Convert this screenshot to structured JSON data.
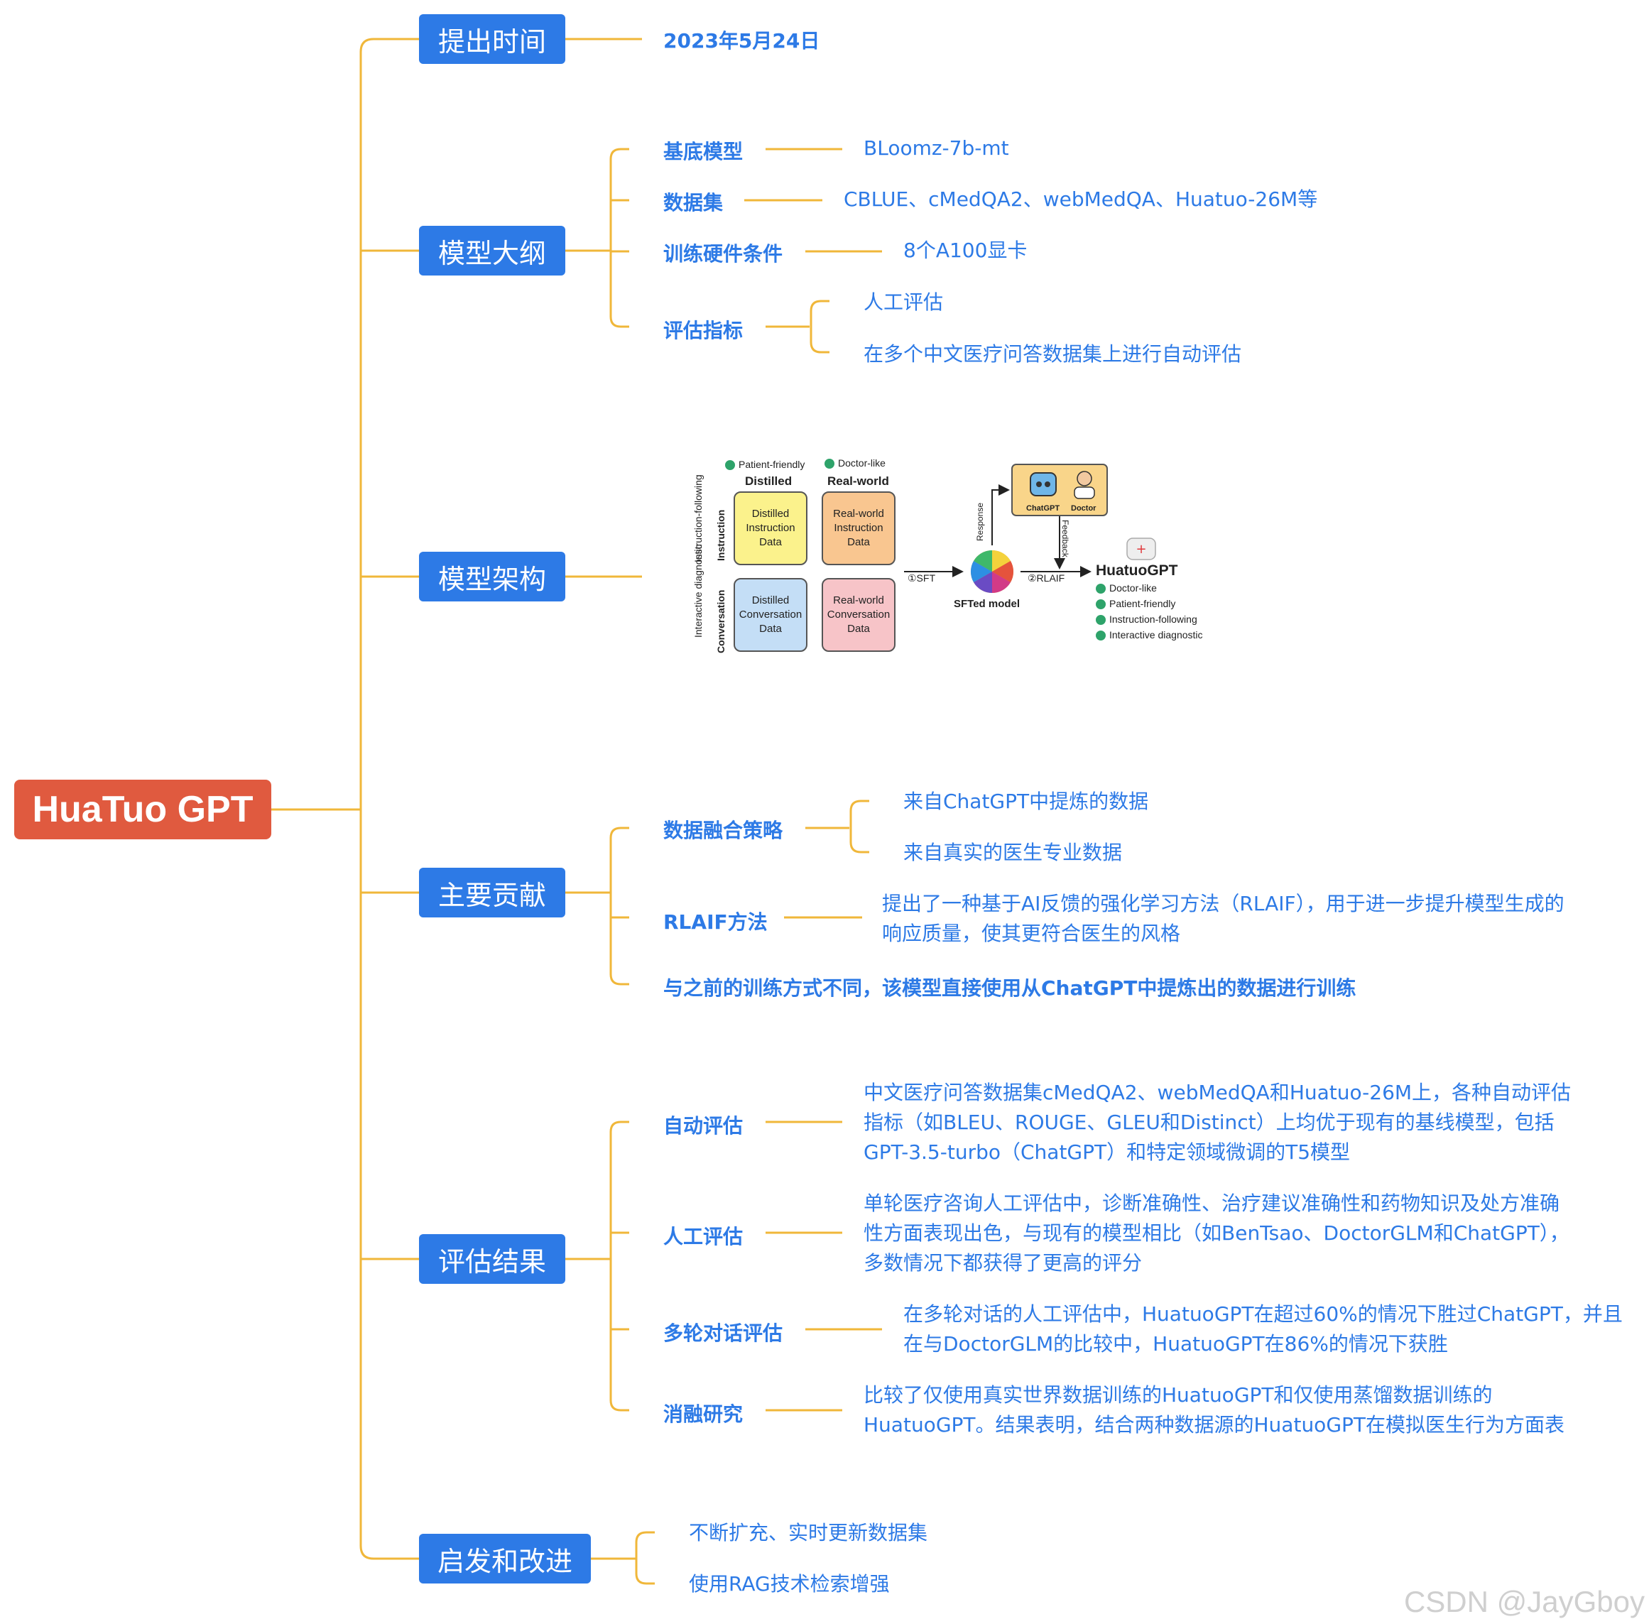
{
  "root": {
    "label": "HuaTuo GPT"
  },
  "proposed_time": {
    "label": "提出时间",
    "value": "2023年5月24日"
  },
  "outline": {
    "label": "模型大纲",
    "base_model": {
      "label": "基底模型",
      "value": "BLoomz-7b-mt"
    },
    "dataset": {
      "label": "数据集",
      "value": "CBLUE、cMedQA2、webMedQA、Huatuo-26M等"
    },
    "hardware": {
      "label": "训练硬件条件",
      "value": "8个A100显卡"
    },
    "metrics": {
      "label": "评估指标",
      "items": [
        "人工评估",
        "在多个中文医疗问答数据集上进行自动评估"
      ]
    }
  },
  "architecture": {
    "label": "模型架构",
    "figure": {
      "patient_friendly": "Patient-friendly",
      "doctor_like": "Doctor-like",
      "distilled": "Distilled",
      "real_world": "Real-world",
      "instruction": "Instruction",
      "instruction_following": "Instruction-following",
      "conversation": "Conversation",
      "interactive_diagnostic": "Interactive diagnostic",
      "box_distilled_instruction": "Distilled Instruction Data",
      "box_real_instruction": "Real-world Instruction Data",
      "box_distilled_conversation": "Distilled Conversation Data",
      "box_real_conversation": "Real-world Conversation Data",
      "sft": "①SFT",
      "sfted_model": "SFTed model",
      "response": "Response",
      "feedback": "Feedback",
      "chatgpt": "ChatGPT",
      "doctor": "Doctor",
      "rlaif": "②RLAIF",
      "huatuogpt": "HuatuoGPT",
      "traits": [
        "Doctor-like",
        "Patient-friendly",
        "Instruction-following",
        "Interactive diagnostic"
      ]
    }
  },
  "contributions": {
    "label": "主要贡献",
    "data_fusion": {
      "label": "数据融合策略",
      "items": [
        "来自ChatGPT中提炼的数据",
        "来自真实的医生专业数据"
      ]
    },
    "rlaif": {
      "label": "RLAIF方法",
      "line1": "提出了一种基于AI反馈的强化学习方法（RLAIF），用于进一步提升模型生成的",
      "line2": "响应质量，使其更符合医生的风格"
    },
    "direct_training": "与之前的训练方式不同，该模型直接使用从ChatGPT中提炼出的数据进行训练"
  },
  "evaluation": {
    "label": "评估结果",
    "auto": {
      "label": "自动评估",
      "line1": "中文医疗问答数据集cMedQA2、webMedQA和Huatuo-26M上，各种自动评估",
      "line2": "指标（如BLEU、ROUGE、GLEU和Distinct）上均优于现有的基线模型，包括",
      "line3": "GPT-3.5-turbo（ChatGPT）和特定领域微调的T5模型"
    },
    "human": {
      "label": "人工评估",
      "line1": "单轮医疗咨询人工评估中，诊断准确性、治疗建议准确性和药物知识及处方准确",
      "line2": "性方面表现出色，与现有的模型相比（如BenTsao、DoctorGLM和ChatGPT），",
      "line3": "多数情况下都获得了更高的评分"
    },
    "multi_turn": {
      "label": "多轮对话评估",
      "line1": "在多轮对话的人工评估中，HuatuoGPT在超过60%的情况下胜过ChatGPT，并且",
      "line2": "在与DoctorGLM的比较中，HuatuoGPT在86%的情况下获胜"
    },
    "ablation": {
      "label": "消融研究",
      "line1": "比较了仅使用真实世界数据训练的HuatuoGPT和仅使用蒸馏数据训练的",
      "line2": "HuatuoGPT。结果表明，结合两种数据源的HuatuoGPT在模拟医生行为方面表"
    }
  },
  "improvement": {
    "label": "启发和改进",
    "items": [
      "不断扩充、实时更新数据集",
      "使用RAG技术检索增强"
    ]
  },
  "watermark": "CSDN @JayGboy",
  "colors": {
    "root": "#e05a3f",
    "category": "#2d7ae6",
    "text": "#2d7ae6",
    "connector": "#f0b73a"
  }
}
